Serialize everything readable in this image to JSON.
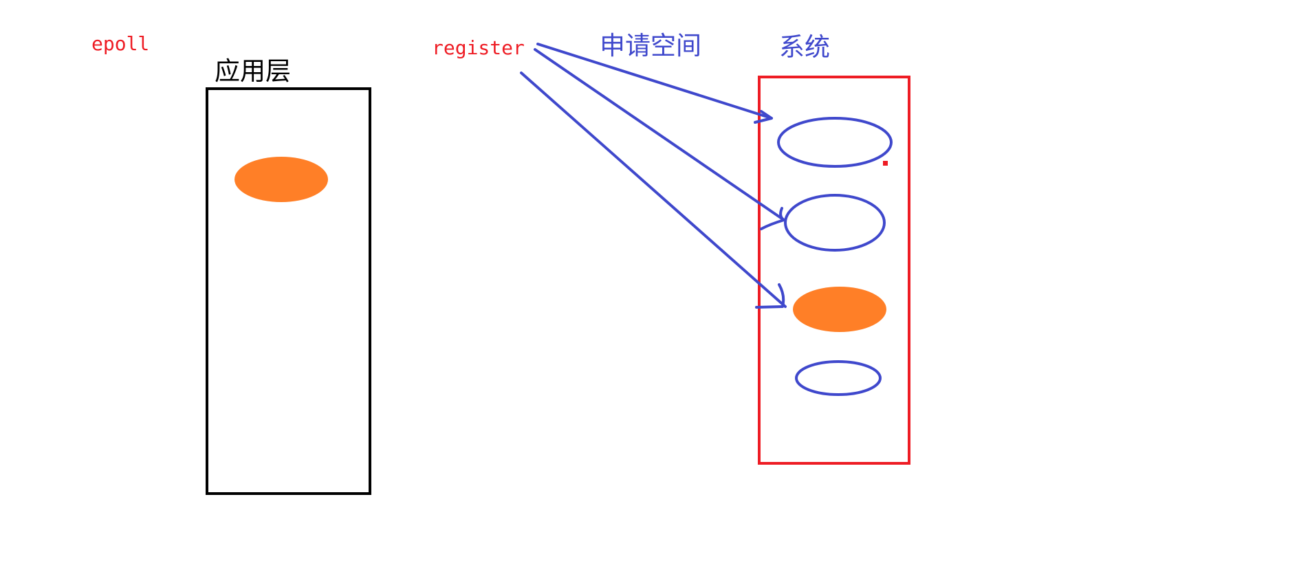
{
  "labels": {
    "epoll": "epoll",
    "register": "register",
    "app_layer": "应用层",
    "alloc_space": "申请空间",
    "system": "系统"
  },
  "colors": {
    "red": "#ee1c24",
    "blue": "#3f48cc",
    "black": "#000000",
    "orange": "#ff7f27"
  },
  "diagram": {
    "application_layer": {
      "label": "应用层",
      "slots": [
        {
          "filled": true
        }
      ]
    },
    "system": {
      "label": "系统",
      "slots": [
        {
          "filled": false
        },
        {
          "filled": false
        },
        {
          "filled": true
        },
        {
          "filled": false
        }
      ]
    },
    "arrows": [
      {
        "from": "register",
        "to": "system-slot-1"
      },
      {
        "from": "register",
        "to": "system-slot-2"
      },
      {
        "from": "register",
        "to": "system-slot-3"
      }
    ]
  }
}
